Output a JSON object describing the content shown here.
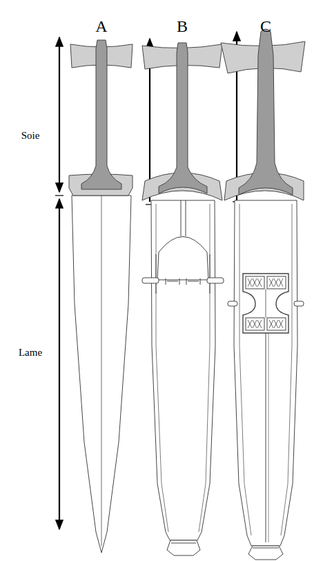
{
  "diagram": {
    "labels": [
      "A",
      "B",
      "C",
      "Soie",
      "Lame"
    ]
  }
}
